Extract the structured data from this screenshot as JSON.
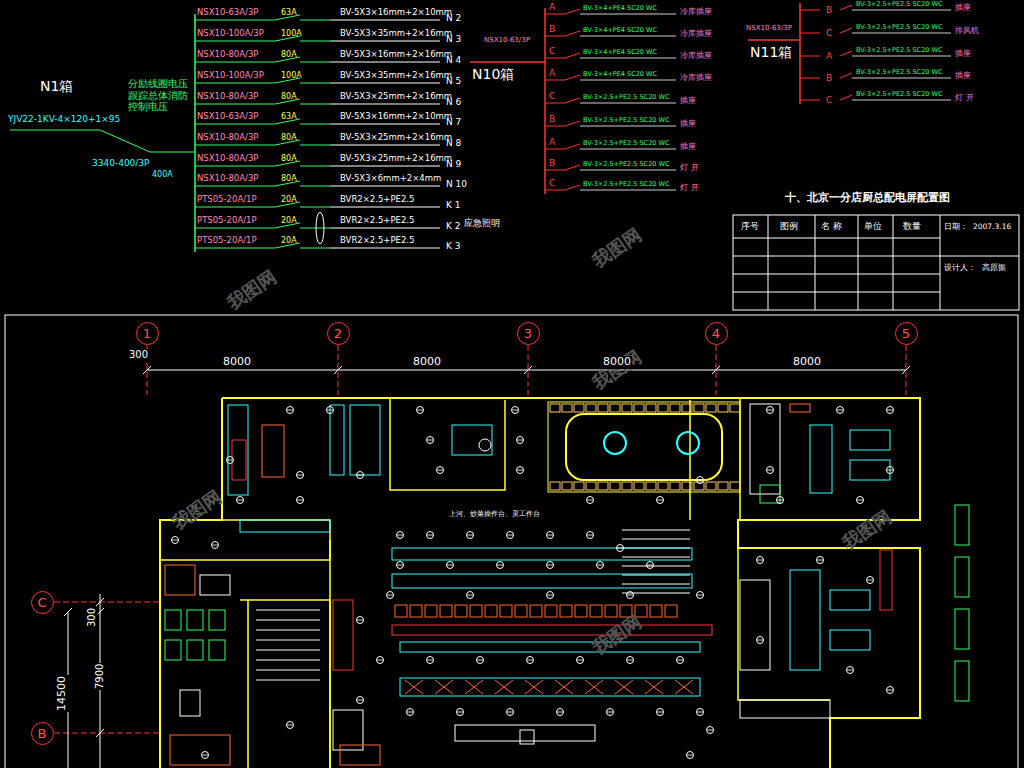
{
  "diagram": {
    "title": "十、北京一分店厨总配电屏配置图",
    "nodes": [
      {
        "text": [
          "1"
        ]
      },
      {
        "text": [
          "2"
        ]
      },
      {
        "text": [
          "3"
        ]
      },
      {
        "text": [
          "4"
        ]
      },
      {
        "text": [
          "5"
        ]
      },
      {
        "text": [
          "C"
        ]
      },
      {
        "text": [
          "B"
        ]
      }
    ],
    "labels": [
      "N1箱",
      "YJV22-1KV-4×120+1×95",
      "分励线圈电压 跟踪总体消防 控制电压",
      "3340-400/3P",
      "400A",
      "NSX10-63A/3P",
      "63A",
      "BV-5X3×16mm+2×10mm",
      "N 2",
      "NSX10-100A/3P",
      "100A",
      "BV-5X3×35mm+2×16mm",
      "N 3",
      "NSX10-80A/3P",
      "80A",
      "BV-5X3×16mm+2×16mm",
      "N 4",
      "NSX10-100A/3P",
      "100A",
      "BV-5X3×35mm+2×16mm",
      "N 5",
      "NSX10-80A/3P",
      "80A",
      "BV-5X3×25mm+2×16mm",
      "N 6",
      "NSX10-63A/3P",
      "63A",
      "BV-5X3×16mm+2×10mm",
      "N 7",
      "NSX10-80A/3P",
      "80A",
      "BV-5X3×25mm+2×16mm",
      "N 8",
      "NSX10-80A/3P",
      "80A",
      "BV-5X3×25mm+2×16mm",
      "N 9",
      "NSX10-80A/3P",
      "80A",
      "BV-5X3×6mm+2×4mm",
      "N 10",
      "PTS05-20A/1P",
      "20A",
      "BVR2×2.5+PE2.5",
      "K 1",
      "PTS05-20A/1P",
      "20A",
      "BVR2×2.5+PE2.5",
      "K 2",
      "PTS05-20A/1P",
      "20A",
      "BVR2×2.5+PE2.5",
      "K 3",
      "应急照明",
      "N10箱",
      "NSX10-63/3P",
      "A",
      "BV-3×4+PE4 SC20 WC",
      "冷库插座",
      "B",
      "BV-3×4+PE4 SC20 WC",
      "冷库插座",
      "C",
      "BV-3×4+PE4 SC20 WC",
      "冷库插座",
      "A",
      "BV-3×4+PE4 SC20 WC",
      "冷库插座",
      "C",
      "BV-3×2.5+PE2.5 SC20 WC",
      "插座",
      "B",
      "BV-3×2.5+PE2.5 SC20 WC",
      "插座",
      "A",
      "BV-3×2.5+PE2.5 SC20 WC",
      "插座",
      "B",
      "BV-3×2.5+PE2.5 SC20 WC",
      "灯 开",
      "C",
      "BV-3×2.5+PE2.5 SC20 WC",
      "灯 开",
      "N11箱",
      "NSX10-63/3P",
      "B",
      "BV-3×2.5+PE2.5 SC20 WC",
      "插座",
      "C",
      "BV-3×2.5+PE2.5 SC20 WC",
      "排风机",
      "A",
      "BV-3×2.5+PE2.5 SC20 WC",
      "插座",
      "B",
      "BV-3×2.5+PE2.5 SC20 WC",
      "插座",
      "C",
      "BV-3×2.5+PE2.5 SC20 WC",
      "灯 开",
      "序号",
      "图例",
      "名 称",
      "单位",
      "数量",
      "日期：",
      "2007.3.16",
      "设计人：",
      "高原振",
      "300",
      "8000",
      "8000",
      "8000",
      "8000",
      "300",
      "7900",
      "14500",
      "上河、炒菜操作台、灵工作台",
      "我图网",
      "我图网",
      "我图网",
      "我图网",
      "我图网",
      "我图网"
    ]
  }
}
